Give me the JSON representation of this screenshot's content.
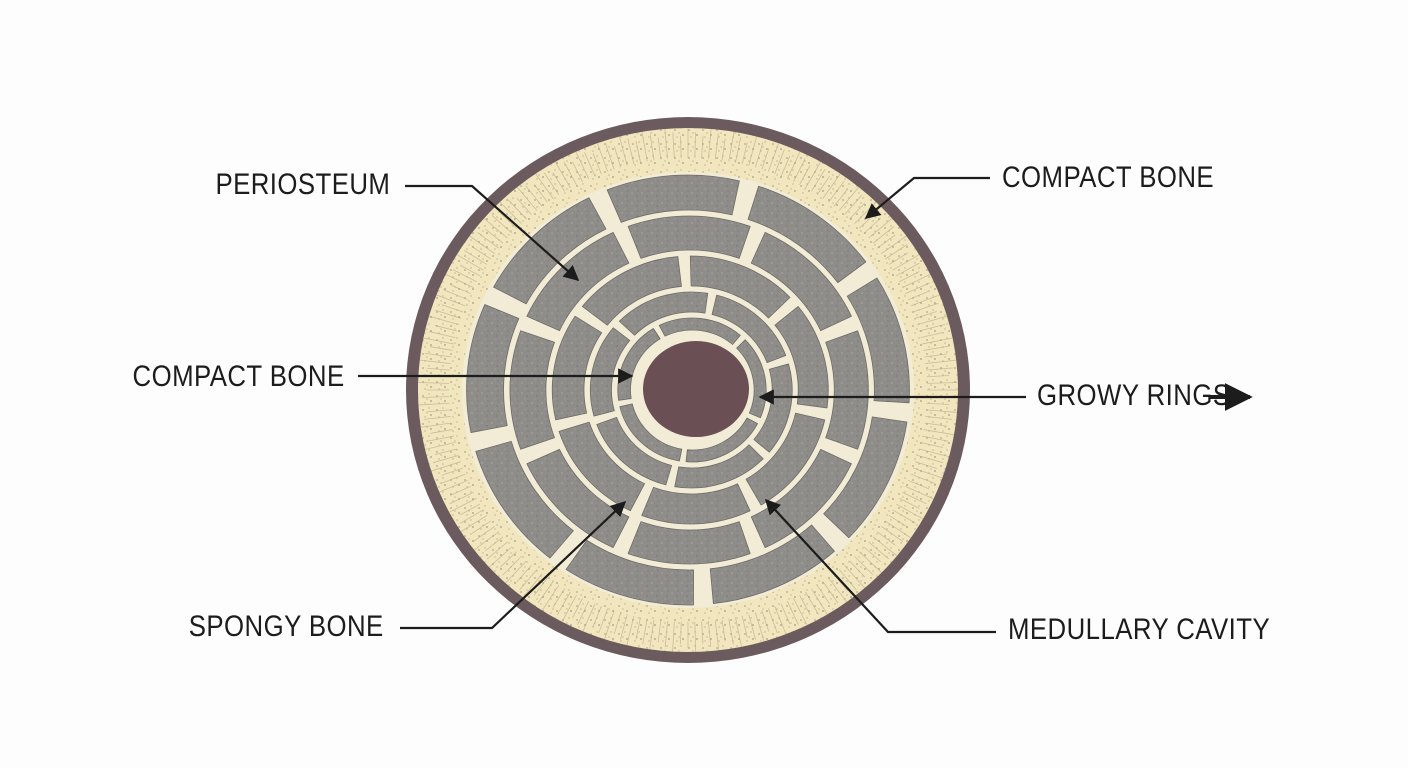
{
  "diagram": {
    "labels": {
      "periosteum": "PERIOSTEUM",
      "compact_bone_left": "COMPACT BONE",
      "spongy_bone": "SPONGY BONE",
      "compact_bone_right": "COMPACT BONE",
      "growy_rings": "GROWY RINGS",
      "medullary_cavity": "MEDULLARY CAVITY"
    },
    "colors": {
      "background": "#fdfdfd",
      "periosteum": "#6b5a5e",
      "compact_bone": "#f1e6bd",
      "cell_gray": "#8f8d8a",
      "cell_gap": "#f2ecd6",
      "medullary": "#6a4f55",
      "line": "#1c1c1c"
    }
  }
}
